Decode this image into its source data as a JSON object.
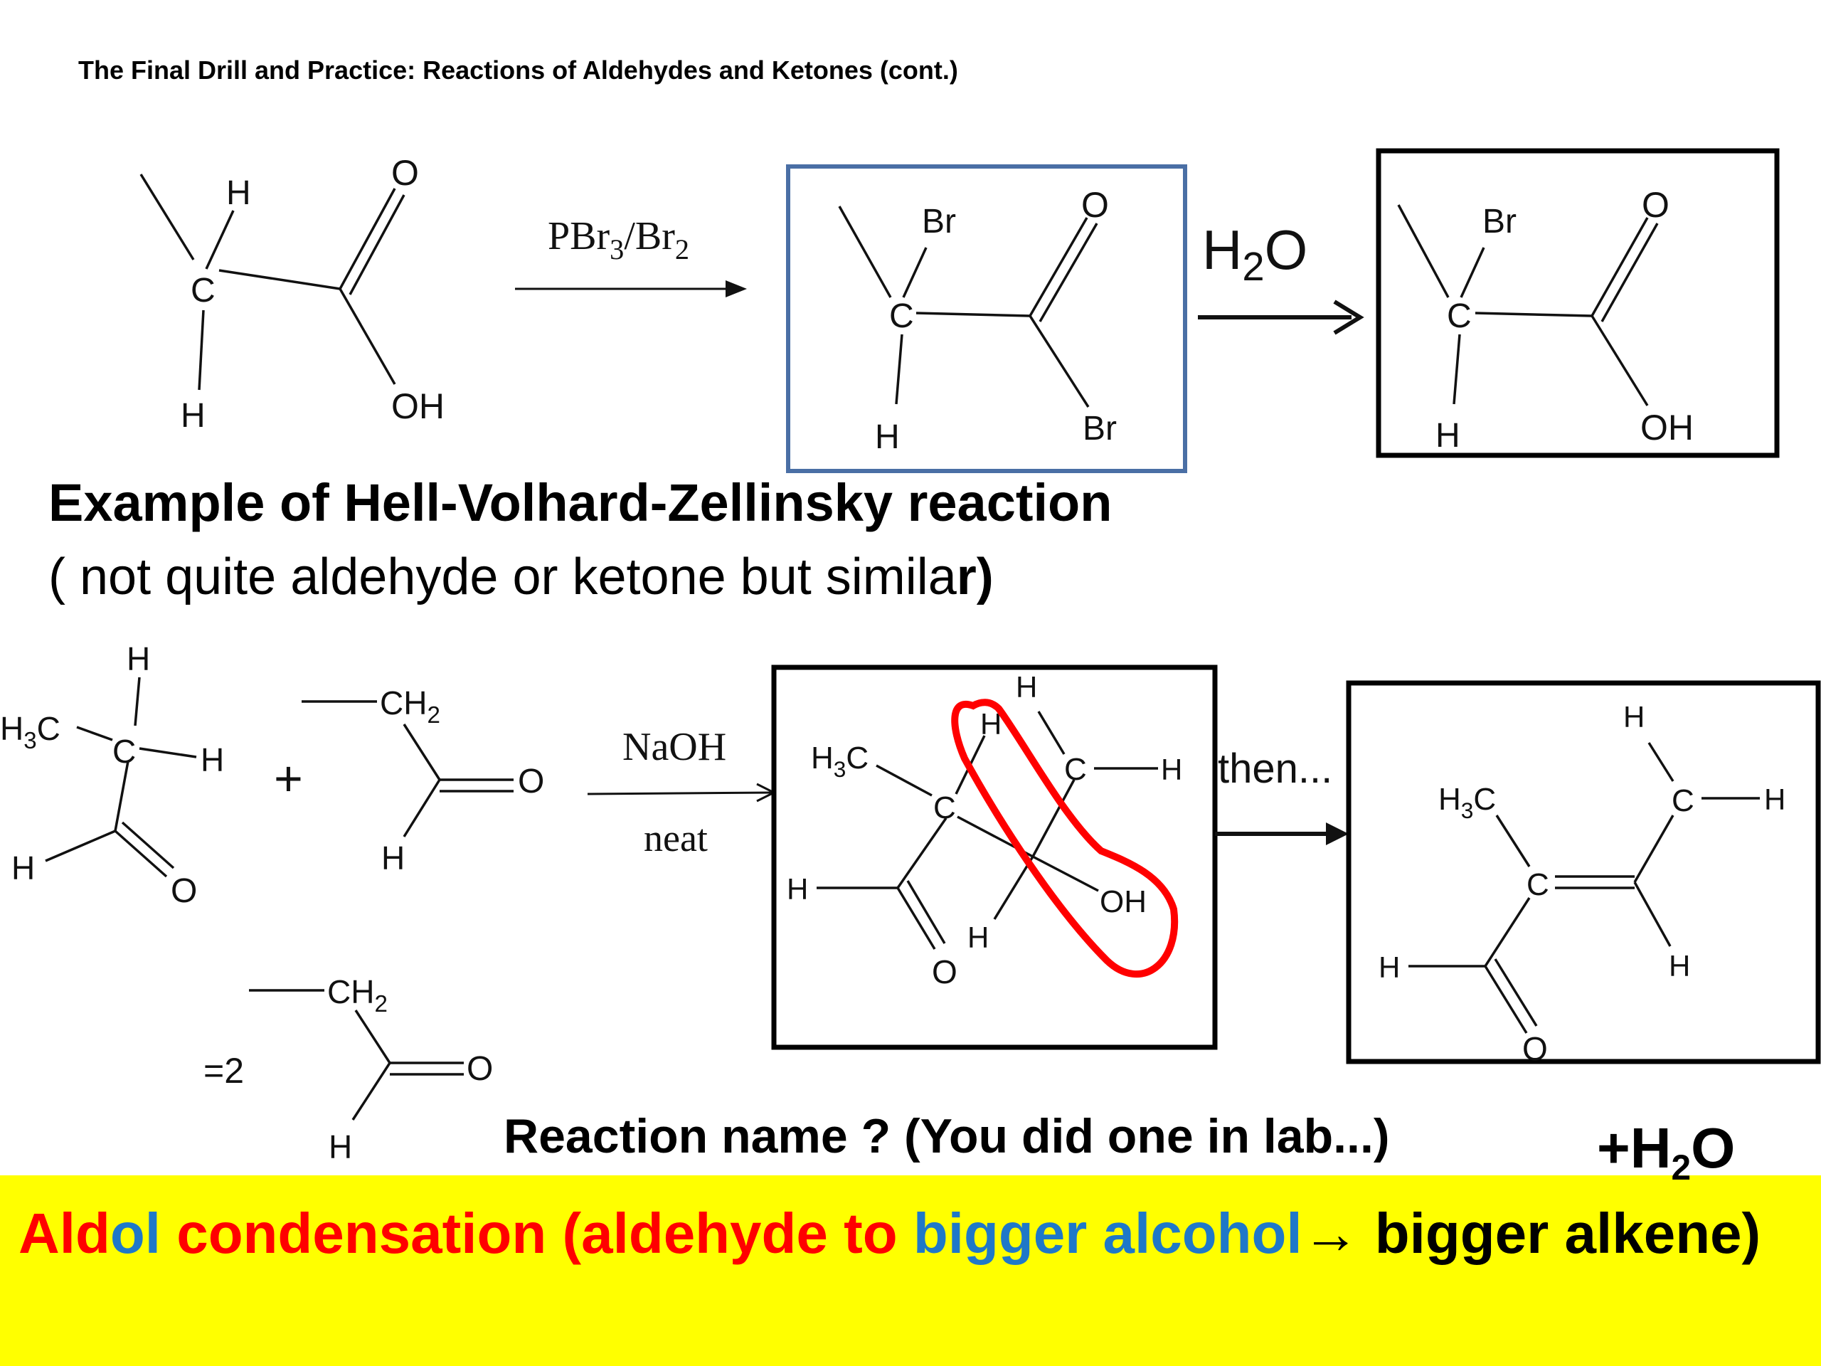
{
  "slide": {
    "title": "The Final Drill and Practice: Reactions of Aldehydes and Ketones (cont.)"
  },
  "hvz": {
    "reagent_main": "PBr",
    "reagent_sub1": "3",
    "reagent_mid": "/Br",
    "reagent_sub2": "2",
    "water_main": "H",
    "water_sub": "2",
    "water_tail": "O",
    "heading": "Example of Hell-Volhard-Zellinsky reaction",
    "note_main": "( not quite aldehyde or ketone  but simila",
    "note_bold": "r)",
    "atoms": {
      "h": "H",
      "c": "C",
      "o": "O",
      "oh": "OH",
      "br": "Br"
    }
  },
  "aldol": {
    "h3c_main": "H",
    "h3c_sub": "3",
    "h3c_tail": "C",
    "ch2_main": "CH",
    "ch2_sub": "2",
    "plus": "+",
    "reagent": "NaOH",
    "condition": "neat",
    "then_label": "then...",
    "equals_two": "=2",
    "question": "Reaction name ? (You did one in lab...)",
    "plus_water_main": "+H",
    "plus_water_sub": "2",
    "plus_water_tail": "O"
  },
  "answer": {
    "w_ald": "Ald",
    "w_ol": "ol",
    "w_rest_red": " condensation (aldehyde to ",
    "w_blue": "bigger alcohol",
    "w_arrow": "→",
    "w_black": " bigger alkene)"
  },
  "colors": {
    "answer_background": "#ffff00",
    "red_text": "#ff0000",
    "blue_text": "#1f78c8",
    "circle_highlight": "#ff0000",
    "box_blue": "#4a6fa5"
  }
}
